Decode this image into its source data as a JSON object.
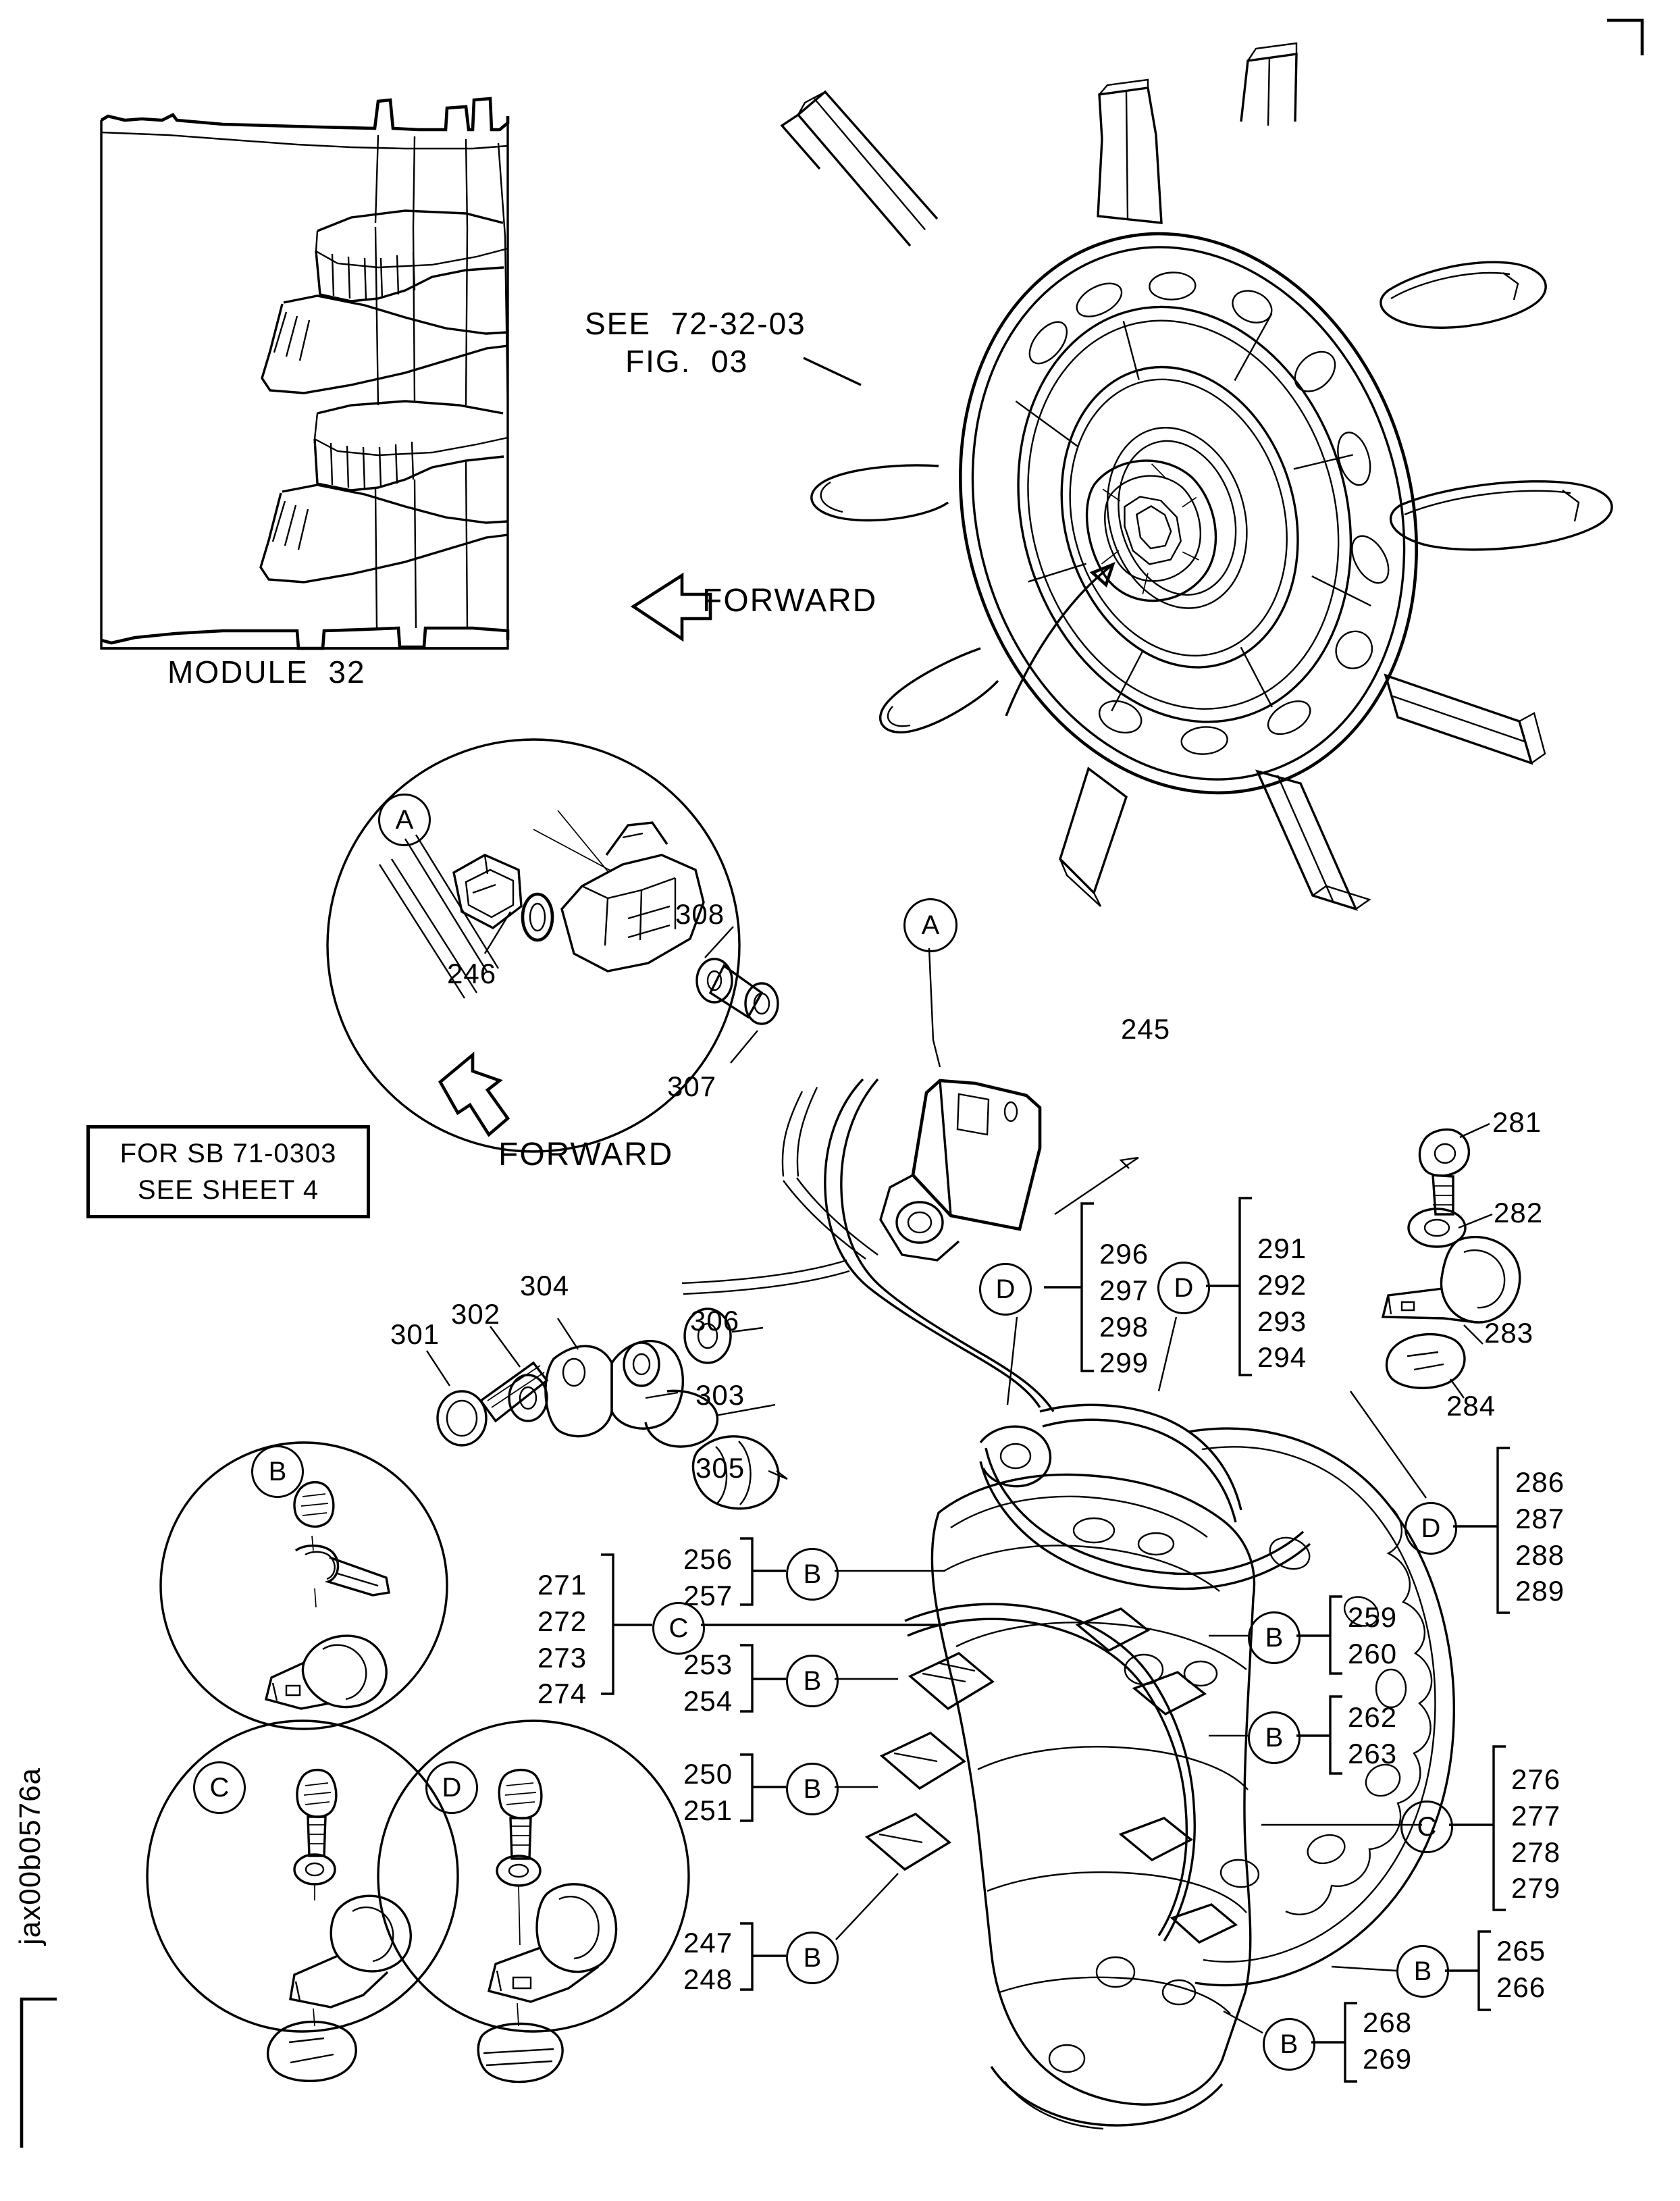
{
  "figure": {
    "footer_id": "jax00b0576a",
    "module_caption": "MODULE  32",
    "see_reference_line1": "SEE  72-32-03",
    "see_reference_line2": "FIG.  03",
    "forward_label_main": "FORWARD",
    "forward_label_detail": "FORWARD",
    "sb_note_line1": "FOR SB 71-0303",
    "sb_note_line2": "SEE SHEET  4"
  },
  "detail_circles": {
    "a_top": "A",
    "a_mid": "A",
    "b_left": "B",
    "c_left": "C",
    "d_left": "D"
  },
  "callouts": {
    "item_245": "245",
    "item_246": "246",
    "item_307": "307",
    "item_308": "308",
    "item_281": "281",
    "item_282": "282",
    "item_283": "283",
    "item_284": "284",
    "item_301": "301",
    "item_302": "302",
    "item_303": "303",
    "item_304": "304",
    "item_305": "305",
    "item_306": "306"
  },
  "groups": [
    {
      "id": "grp-296-299",
      "items": [
        "296",
        "297",
        "298",
        "299"
      ],
      "marker": "D"
    },
    {
      "id": "grp-291-294",
      "items": [
        "291",
        "292",
        "293",
        "294"
      ],
      "marker": "D"
    },
    {
      "id": "grp-286-289",
      "items": [
        "286",
        "287",
        "288",
        "289"
      ],
      "marker": "D"
    },
    {
      "id": "grp-271-274",
      "items": [
        "271",
        "272",
        "273",
        "274"
      ],
      "marker": "C"
    },
    {
      "id": "grp-276-279",
      "items": [
        "276",
        "277",
        "278",
        "279"
      ],
      "marker": "C"
    },
    {
      "id": "grp-256-257",
      "items": [
        "256",
        "257"
      ],
      "marker": "B"
    },
    {
      "id": "grp-253-254",
      "items": [
        "253",
        "254"
      ],
      "marker": "B"
    },
    {
      "id": "grp-250-251",
      "items": [
        "250",
        "251"
      ],
      "marker": "B"
    },
    {
      "id": "grp-247-248",
      "items": [
        "247",
        "248"
      ],
      "marker": "B"
    },
    {
      "id": "grp-259-260",
      "items": [
        "259",
        "260"
      ],
      "marker": "B"
    },
    {
      "id": "grp-262-263",
      "items": [
        "262",
        "263"
      ],
      "marker": "B"
    },
    {
      "id": "grp-265-266",
      "items": [
        "265",
        "266"
      ],
      "marker": "B"
    },
    {
      "id": "grp-268-269",
      "items": [
        "268",
        "269"
      ],
      "marker": "B"
    }
  ],
  "colors": {
    "ink": "#000000",
    "paper": "#ffffff"
  }
}
